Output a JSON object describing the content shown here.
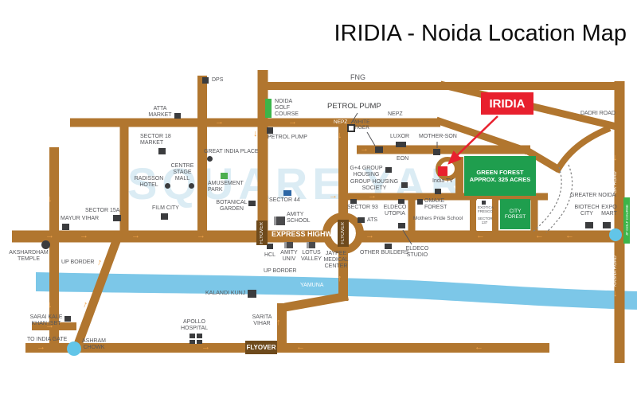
{
  "title": "IRIDIA - Noida Location Map",
  "watermark": "SQUARE YARDS",
  "colors": {
    "road": "#b1762f",
    "road_dark": "#6e4a1c",
    "river": "#7cc7e8",
    "forest_green": "#1f9e4e",
    "golf_green": "#3cb54a",
    "highlight_red": "#e8202e",
    "label_gray": "#55565a",
    "junction_cyan": "#62c5e8",
    "sector44_blue": "#2c67a5",
    "watermark_blue": "#c9e2ef"
  },
  "icons": {
    "arrow_right": "→",
    "arrow_left": "←",
    "arrow_up": "↑",
    "arrow_down": "↓"
  },
  "roads": {
    "fng": "FNG",
    "nepz_on_road": "NEPZ",
    "nepz_area": "NEPZ",
    "dadri_road": "DADRI ROAD",
    "express_highway": "EXPRESS HIGHWAY",
    "flyover_left": "FLYOVER",
    "flyover_roundabout": "FLYOVER",
    "flyover_box": "FLYOVER",
    "gk_road": "GK ROAD",
    "kasna_road": "KASNA ROAD",
    "jp_golf_course": "JP GOLF COURSE",
    "up_border_left": "UP BORDER",
    "up_border_right": "UP BORDER",
    "yamuna": "YAMUNA"
  },
  "places": {
    "dps": "DPS",
    "atta_market": "ATTA\nMARKET",
    "noida_golf_course": "NOIDA\nGOLF\nCOURSE",
    "petrol_pump_top": "PETROL PUMP",
    "petrol_pump": "PETROL PUMP",
    "sector_18_market": "SECTOR 18\nMARKET",
    "great_india_place": "GREAT INDIA PLACE",
    "white_tiger": "WHITE\nTIGER",
    "luxor": "LUXOR",
    "mother_son": "MOTHER-SON",
    "eon": "EON",
    "iridia": "IRIDIA",
    "radisson_hotel": "RADISSON\nHOTEL",
    "centre_stage_mall": "CENTRE\nSTAGE\nMALL",
    "amusement_park": "AMUSEMENT\nPARK",
    "botanical_garden": "BOTANICAL\nGARDEN",
    "film_city": "FILM CITY",
    "sector_15a": "SECTOR 15A",
    "mayur_vihar": "MAYUR VIHAR",
    "sector_44": "SECTOR 44",
    "amity_school": "AMITY\nSCHOOL",
    "g4_group_housing": "G+4 GROUP\nHOUSING",
    "group_housing_society": "GROUP HOUSING\nSOCIETY",
    "india_tv": "India TV",
    "green_forest": "GREEN FOREST\nAPPROX. 325 ACRES",
    "city_forest": "CITY\nFOREST",
    "exotica_fresco": "EXOTICA\nFRESCO",
    "sector_137": "SECTOR\n137",
    "omaxe_forest": "OMAXE\nFOREST",
    "mothers_pride_school": "Mothers Pride School",
    "sector_93": "SECTOR 93",
    "eldeco_utopia": "ELDECO\nUTOPIA",
    "ats": "ATS",
    "eldeco_studio": "ELDECO\nSTUDIO",
    "other_builders": "OTHER BUILDERS",
    "jaypee_medical_center": "JAYPEE\nMEDICAL\nCENTER",
    "hcl": "HCL",
    "amity_univ": "AMITY\nUNIV",
    "lotus_valley": "LOTUS\nVALLEY",
    "greater_noida": "GREATER NOIDA",
    "biotech_city": "BIOTECH\nCITY",
    "expo_mart": "EXPO\nMART",
    "akshardham_temple": "AKSHARDHAM\nTEMPLE",
    "sarai_kale_khan_isbt": "SARAI KALE\nKHAN ISBT",
    "to_india_gate": "TO INDIA GATE",
    "ashram_chowk": "ASHRAM\nCHOWK",
    "apollo_hospital": "APOLLO\nHOSPITAL",
    "kalandi_kunj": "KALANDI KUNJ",
    "sarita_vihar": "SARITA\nVIHAR"
  }
}
